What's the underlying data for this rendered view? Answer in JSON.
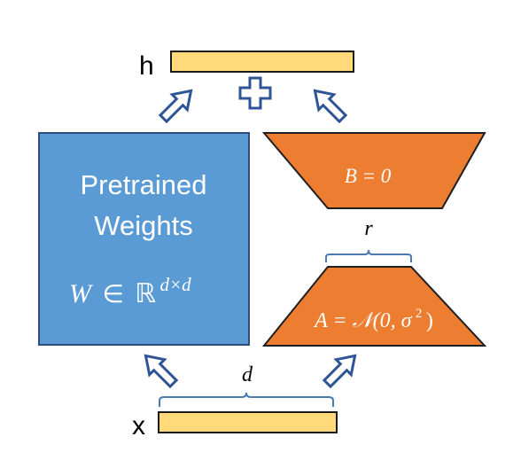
{
  "output_label": "h",
  "input_label": "x",
  "pretrained": {
    "line1": "Pretrained",
    "line2": "Weights",
    "formula_var": "W",
    "formula_in": "∈",
    "formula_set": "ℝ",
    "formula_sup": "d×d"
  },
  "matrix_b": {
    "formula": "B = 0"
  },
  "matrix_a": {
    "formula_lhs": "A = 𝒩(0, σ",
    "formula_sup": "2",
    "formula_rhs": ")"
  },
  "rank_label": "r",
  "dim_label": "d",
  "plus_symbol": "+",
  "colors": {
    "pretrained_fill": "#5b9bd5",
    "pretrained_stroke": "#2e4f7a",
    "lora_fill": "#ed7d31",
    "lora_stroke": "#1f1f1f",
    "vector_fill": "#ffd97a",
    "vector_stroke": "#1a1a1a",
    "arrow_stroke": "#2f5597",
    "brace_stroke": "#4a7ab0"
  }
}
